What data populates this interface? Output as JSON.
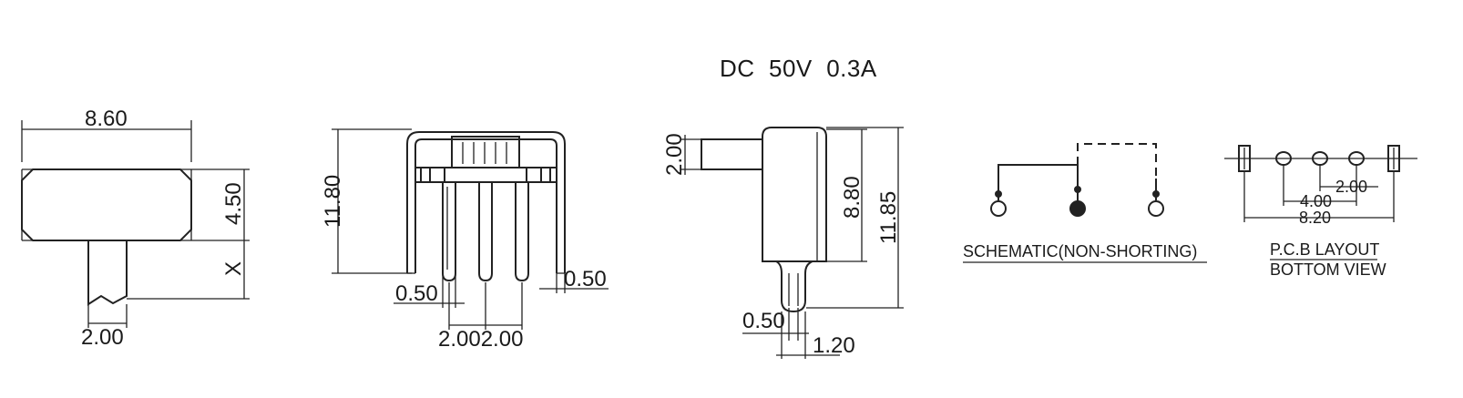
{
  "rating": "DC  50V  0.3A",
  "view_front": {
    "width": "8.60",
    "height": "4.50",
    "actuator_length": "X",
    "actuator_width": "2.00"
  },
  "view_side": {
    "height": "11.80",
    "pin_thickness": "0.50",
    "bracket_thickness": "0.50",
    "pin_pitch": "2.002.00"
  },
  "view_end": {
    "actuator_height": "2.00",
    "body_height": "8.80",
    "overall_height": "11.85",
    "pin_thickness": "0.50",
    "pin_width": "1.20"
  },
  "schematic": {
    "caption": "SCHEMATIC(NON-SHORTING)"
  },
  "pcb_layout": {
    "caption_line1": "P.C.B LAYOUT",
    "caption_line2": "BOTTOM VIEW",
    "pitch": "2.00",
    "span_inner": "4.00",
    "span_outer": "8.20"
  }
}
